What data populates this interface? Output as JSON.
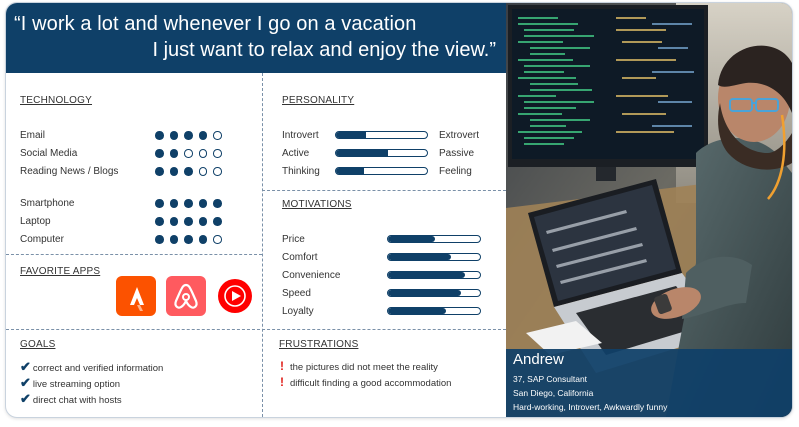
{
  "quote": {
    "line1": "“I work a lot and whenever I go on a vacation",
    "line2": "I just want to relax and enjoy the view.”"
  },
  "technology": {
    "title": "TECHNOLOGY",
    "items": [
      {
        "label": "Email",
        "rating": 4,
        "max": 5
      },
      {
        "label": "Social Media",
        "rating": 2,
        "max": 5
      },
      {
        "label": "Reading News / Blogs",
        "rating": 3,
        "max": 5
      },
      {
        "label": "Smartphone",
        "rating": 5,
        "max": 5
      },
      {
        "label": "Laptop",
        "rating": 5,
        "max": 5
      },
      {
        "label": "Computer",
        "rating": 4,
        "max": 5
      }
    ]
  },
  "favorite_apps": {
    "title": "FAVORITE APPS",
    "apps": [
      {
        "icon": "strava-icon",
        "color": "#fc5200"
      },
      {
        "icon": "airbnb-icon",
        "color": "#ff5a5f"
      },
      {
        "icon": "youtube-music-icon",
        "color": "#ff0000"
      }
    ]
  },
  "goals": {
    "title": "GOALS",
    "items": [
      "correct and verified information",
      "live streaming option",
      "direct chat with hosts"
    ]
  },
  "personality": {
    "title": "PERSONALITY",
    "items": [
      {
        "left": "Introvert",
        "right": "Extrovert",
        "value": 0.33
      },
      {
        "left": "Active",
        "right": "Passive",
        "value": 0.57
      },
      {
        "left": "Thinking",
        "right": "Feeling",
        "value": 0.31
      }
    ]
  },
  "motivations": {
    "title": "MOTIVATIONS",
    "items": [
      {
        "label": "Price",
        "value": 0.51
      },
      {
        "label": "Comfort",
        "value": 0.68
      },
      {
        "label": "Convenience",
        "value": 0.84
      },
      {
        "label": "Speed",
        "value": 0.79
      },
      {
        "label": "Loyalty",
        "value": 0.63
      }
    ]
  },
  "frustrations": {
    "title": "FRUSTRATIONS",
    "items": [
      "the pictures did not meet the reality",
      "difficult finding a good accommodation"
    ]
  },
  "persona": {
    "name": "Andrew",
    "line1": "37, SAP Consultant",
    "line2": "San Diego, California",
    "line3": "Hard-working, Introvert, Awkwardly funny"
  },
  "colors": {
    "accent": "#0f4068",
    "alert": "#e0201b"
  }
}
